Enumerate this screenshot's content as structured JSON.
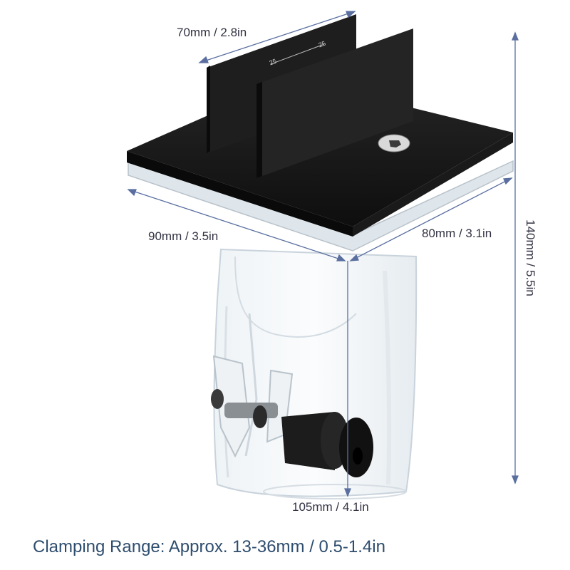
{
  "dimensions": {
    "top_width": "70mm / 2.8in",
    "depth_left": "90mm / 3.5in",
    "depth_right": "80mm / 3.1in",
    "height": "140mm / 5.5in",
    "bottom_diameter": "105mm / 4.1in"
  },
  "plate_marks": {
    "scale_left": "25",
    "scale_right": "25"
  },
  "caption": "Clamping Range: Approx. 13-36mm / 0.5-1.4in",
  "colors": {
    "dimension_line": "#5a6fa0",
    "caption_text": "#2e4d6e",
    "plate_black": "#141414",
    "acrylic_edge": "#c9d3dc"
  }
}
